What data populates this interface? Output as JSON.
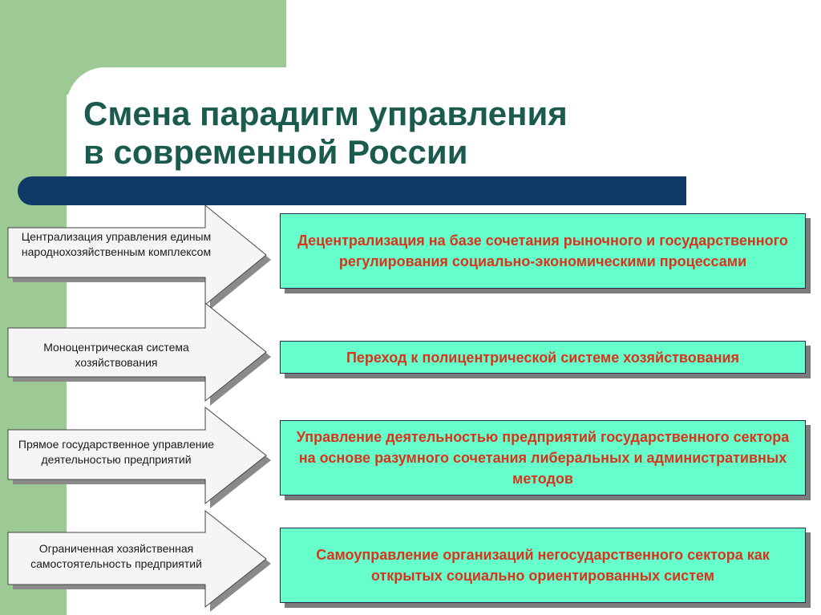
{
  "title": "Смена парадигм управления\nв современной России",
  "rows": [
    {
      "left": "Централизация управления единым народнохозяйственным комплексом",
      "right": "Децентрализация на базе сочетания рыночного и государственного регулирования социально-экономическими процессами"
    },
    {
      "left": "Моноцентрическая система хозяйствования",
      "right": "Переход к полицентрической системе хозяйствования"
    },
    {
      "left": "Прямое государственное управление деятельностью предприятий",
      "right": "Управление деятельностью предприятий государственного сектора на основе разумного сочетания либеральных и административных методов"
    },
    {
      "left": "Ограниченная хозяйственная самостоятельность предприятий",
      "right": "Самоуправление организаций негосударственного сектора как открытых социально ориентированных систем"
    }
  ],
  "colors": {
    "green_band": "#9cc994",
    "title_text": "#1b5a4e",
    "title_bar": "#0f3a68",
    "right_box_fill": "#66ffcc",
    "right_text": "#d8341c",
    "arrow_fill": "#f5f5f5",
    "arrow_shadow": "#8a8a8a"
  }
}
